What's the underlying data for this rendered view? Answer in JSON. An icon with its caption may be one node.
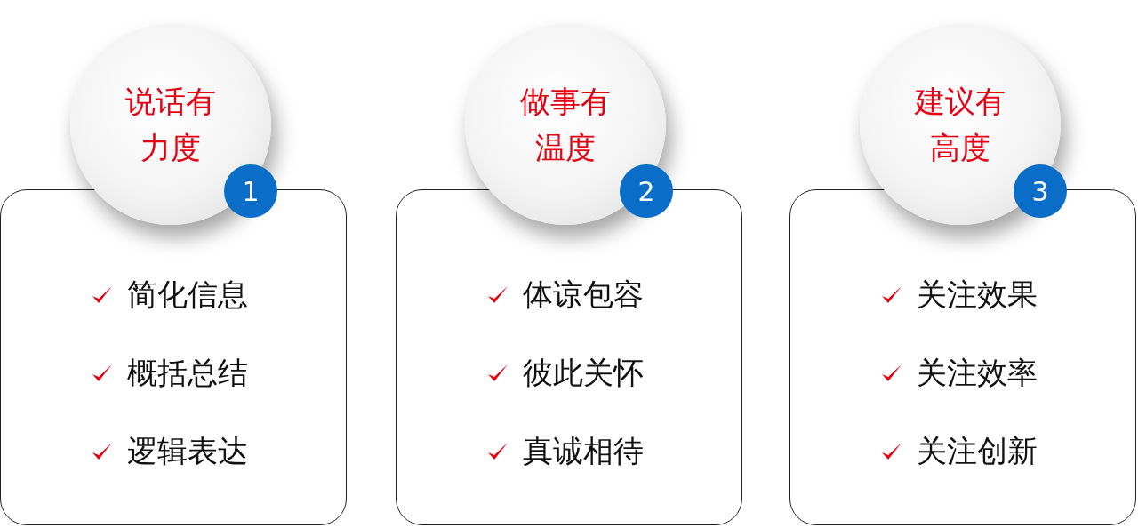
{
  "diagram": {
    "nodes": [
      {
        "text": [
          "说话有力度"
        ]
      },
      {
        "text": [
          "1"
        ]
      },
      {
        "text": [
          "简化信息",
          "概括总结",
          "逻辑表达"
        ]
      },
      {
        "text": [
          "做事有温度"
        ]
      },
      {
        "text": [
          "2"
        ]
      },
      {
        "text": [
          "体谅包容",
          "彼此关怀",
          "真诚相待"
        ]
      },
      {
        "text": [
          "建议有高度"
        ]
      },
      {
        "text": [
          "3"
        ]
      },
      {
        "text": [
          "关注效果",
          "关注效率",
          "关注创新"
        ]
      }
    ],
    "edges": []
  }
}
